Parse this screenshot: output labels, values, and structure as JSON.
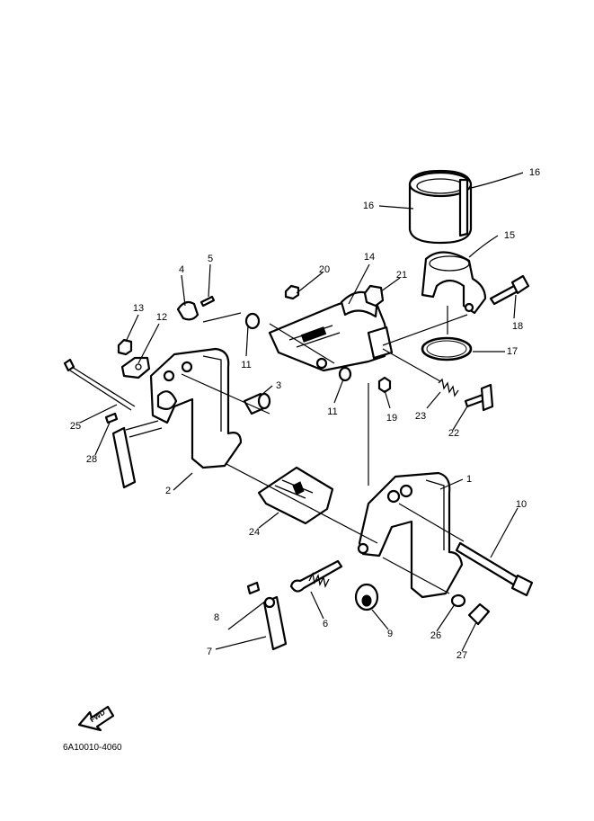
{
  "diagram": {
    "part_code": "6A10010-4060",
    "fwd_label": "FWD",
    "callouts": {
      "p1": "1",
      "p2": "2",
      "p3": "3",
      "p4": "4",
      "p5": "5",
      "p6": "6",
      "p7": "7",
      "p8": "8",
      "p9": "9",
      "p10": "10",
      "p11a": "11",
      "p11b": "11",
      "p12": "12",
      "p13": "13",
      "p14": "14",
      "p15": "15",
      "p16a": "16",
      "p16b": "16",
      "p17": "17",
      "p18": "18",
      "p19": "19",
      "p20": "20",
      "p21": "21",
      "p22": "22",
      "p23": "23",
      "p24": "24",
      "p25": "25",
      "p26": "26",
      "p27": "27",
      "p28": "28"
    }
  }
}
